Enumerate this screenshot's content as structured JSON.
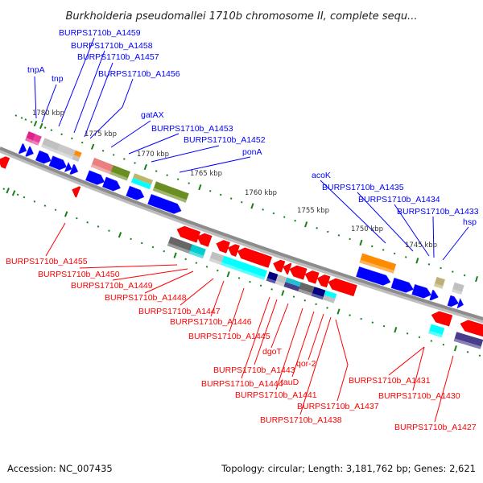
{
  "title": "Burkholderia pseudomallei 1710b chromosome II, complete sequ...",
  "footer": {
    "accession": "Accession: NC_007435",
    "summary": "Topology: circular; Length: 3,181,762 bp; Genes: 2,621"
  },
  "colors": {
    "backbone": "#8c8c8c",
    "ticks": "#1a7f1a",
    "forward_cds": "#0000ff",
    "reverse_cds": "#ff0000",
    "forward_label": "#0000ff",
    "reverse_label": "#ff0000"
  },
  "ticks": {
    "unit": "kbp",
    "minor_step": 1,
    "major_step": 5,
    "labels": [
      "1780 kbp",
      "1775 kbp",
      "1770 kbp",
      "1765 kbp",
      "1760 kbp",
      "1755 kbp",
      "1750 kbp",
      "1745 kbp"
    ]
  },
  "features": {
    "forward_cds": [
      [
        1781.0,
        1780.4
      ],
      [
        1780.3,
        1779.7
      ],
      [
        1779.3,
        1778.0
      ],
      [
        1778.0,
        1776.5
      ],
      [
        1776.5,
        1776.0
      ],
      [
        1776.0,
        1775.4
      ],
      [
        1774.5,
        1772.9
      ],
      [
        1772.9,
        1771.4
      ],
      [
        1770.7,
        1769.2
      ],
      [
        1768.7,
        1765.8
      ],
      [
        1749.5,
        1746.6
      ],
      [
        1746.4,
        1744.6
      ],
      [
        1744.6,
        1743.1
      ],
      [
        1743.1,
        1742.5
      ],
      [
        1741.6,
        1740.8
      ],
      [
        1740.8,
        1740.4
      ]
    ],
    "forward_cog": [
      {
        "kbp": [
          1780.9,
          1780.2
        ],
        "colors": [
          "#e0218a"
        ]
      },
      {
        "kbp": [
          1780.2,
          1779.6
        ],
        "colors": [
          "#e8409a"
        ]
      },
      {
        "kbp": [
          1779.3,
          1777.8
        ],
        "colors": [
          "#c0c0c0"
        ]
      },
      {
        "kbp": [
          1777.8,
          1776.3
        ],
        "colors": [
          "#c8c8c8"
        ]
      },
      {
        "kbp": [
          1776.3,
          1775.7
        ],
        "colors": [
          "#ff8c00",
          "#c0c0c0"
        ]
      },
      {
        "kbp": [
          1774.5,
          1772.7
        ],
        "colors": [
          "#e88080"
        ]
      },
      {
        "kbp": [
          1772.7,
          1771.1
        ],
        "colors": [
          "#6b8e23"
        ]
      },
      {
        "kbp": [
          1770.7,
          1769.0
        ],
        "colors": [
          "#bdb76b",
          "#00ffff"
        ]
      },
      {
        "kbp": [
          1768.7,
          1765.7
        ],
        "colors": [
          "#6b8e23"
        ]
      },
      {
        "kbp": [
          1749.6,
          1746.6
        ],
        "colors": [
          "#ff8c00"
        ]
      },
      {
        "kbp": [
          1743.1,
          1742.4
        ],
        "colors": [
          "#bdb076"
        ]
      },
      {
        "kbp": [
          1741.6,
          1740.8
        ],
        "colors": [
          "#c0c0c0"
        ]
      }
    ],
    "reverse_cds": [
      [
        1782.5,
        1781.6
      ],
      [
        1775.3,
        1774.7
      ],
      [
        1765.6,
        1763.6
      ],
      [
        1763.7,
        1762.5
      ],
      [
        1761.9,
        1760.8
      ],
      [
        1760.8,
        1759.9
      ],
      [
        1759.9,
        1756.9
      ],
      [
        1756.6,
        1755.7
      ],
      [
        1755.7,
        1755.1
      ],
      [
        1755.1,
        1753.7
      ],
      [
        1753.7,
        1752.6
      ],
      [
        1752.6,
        1751.6
      ],
      [
        1751.6,
        1749.2
      ],
      [
        1742.6,
        1741.0
      ],
      [
        1740.2,
        1738.2
      ],
      [
        1738.2,
        1736.6
      ]
    ],
    "reverse_cog": [
      {
        "kbp": [
          1765.9,
          1763.7
        ],
        "colors": [
          "#666666"
        ]
      },
      {
        "kbp": [
          1763.9,
          1762.6
        ],
        "colors": [
          "#00cdcd"
        ]
      },
      {
        "kbp": [
          1762.0,
          1760.9
        ],
        "colors": [
          "#c0c0c0"
        ]
      },
      {
        "kbp": [
          1760.9,
          1760.0
        ],
        "colors": [
          "#00ffff"
        ]
      },
      {
        "kbp": [
          1760.0,
          1756.9
        ],
        "colors": [
          "#00ffff"
        ]
      },
      {
        "kbp": [
          1756.7,
          1755.9
        ],
        "colors": [
          "#000080"
        ]
      },
      {
        "kbp": [
          1755.9,
          1755.1
        ],
        "colors": [
          "#c0c0c0"
        ]
      },
      {
        "kbp": [
          1755.1,
          1753.7
        ],
        "colors": [
          "#20c0d0",
          "#483d8b"
        ]
      },
      {
        "kbp": [
          1753.8,
          1752.6
        ],
        "colors": [
          "#666666"
        ]
      },
      {
        "kbp": [
          1752.6,
          1751.6
        ],
        "colors": [
          "#000080"
        ]
      },
      {
        "kbp": [
          1751.6,
          1750.6
        ],
        "colors": [
          "#00ffff",
          "#c0c0c0"
        ]
      },
      {
        "kbp": [
          1742.4,
          1741.3
        ],
        "colors": [
          "#00ffff"
        ]
      },
      {
        "kbp": [
          1740.3,
          1738.1
        ],
        "colors": [
          "#483d8b"
        ]
      }
    ]
  },
  "forward_labels": [
    "BURPS1710b_A1459",
    "BURPS1710b_A1458",
    "BURPS1710b_A1457",
    "BURPS1710b_A1456",
    "tnpA",
    "tnp",
    "gatAX",
    "BURPS1710b_A1453",
    "BURPS1710b_A1452",
    "ponA",
    "acoK",
    "BURPS1710b_A1435",
    "BURPS1710b_A1434",
    "BURPS1710b_A1433",
    "hsp"
  ],
  "reverse_labels": [
    "BURPS1710b_A1455",
    "BURPS1710b_A1450",
    "BURPS1710b_A1449",
    "BURPS1710b_A1448",
    "BURPS1710b_A1447",
    "BURPS1710b_A1446",
    "BURPS1710b_A1445",
    "dgoT",
    "BURPS1710b_A1443",
    "BURPS1710b_A1444",
    "tauD",
    "qor-2",
    "BURPS1710b_A1441",
    "BURPS1710b_A1437",
    "BURPS1710b_A1438",
    "BURPS1710b_A1431",
    "BURPS1710b_A1430",
    "BURPS1710b_A1427"
  ]
}
